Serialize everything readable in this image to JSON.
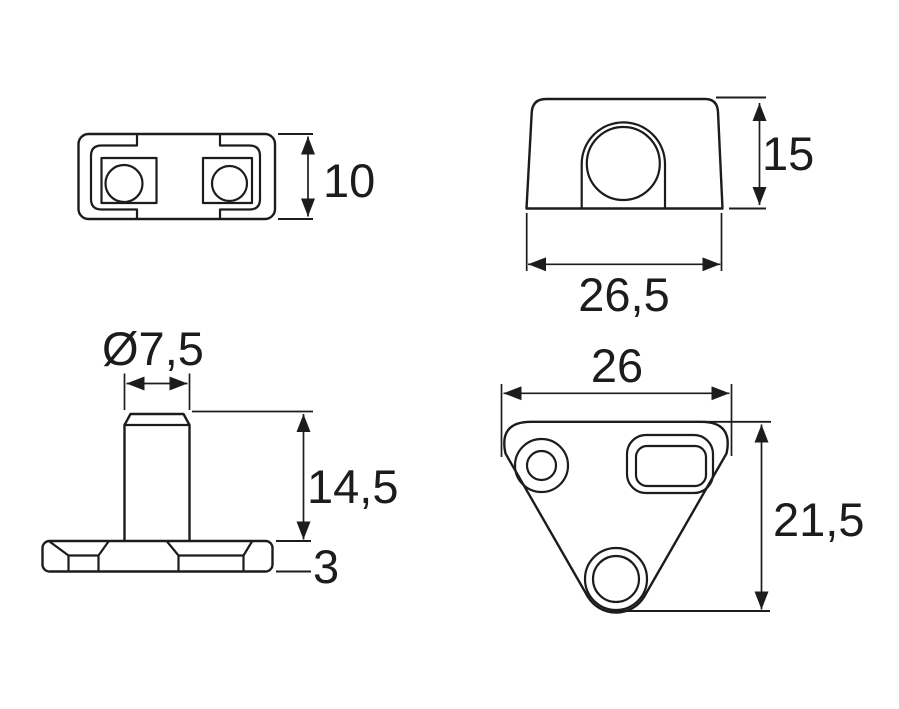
{
  "colors": {
    "background": "#ffffff",
    "line": "#1c1c1c"
  },
  "views": {
    "top_view": {
      "height": "10"
    },
    "front_view": {
      "height": "15",
      "width": "26,5"
    },
    "side_view": {
      "diameter": "Ø7,5",
      "pin_height": "14,5",
      "base_thickness": "3"
    },
    "back_view": {
      "width": "26",
      "height": "21,5"
    }
  }
}
